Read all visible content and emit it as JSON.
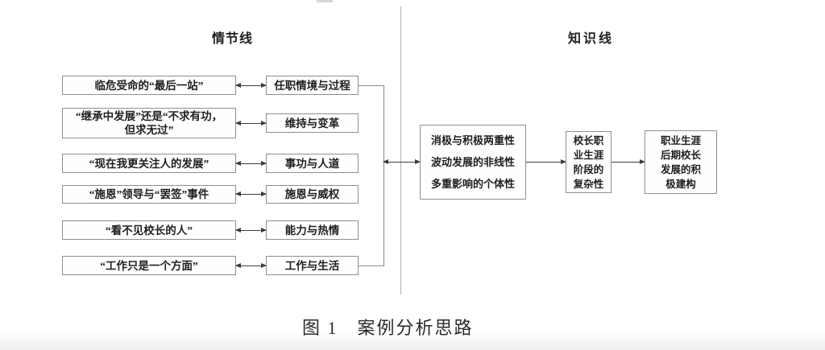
{
  "colors": {
    "box_border": "#8f8f8f",
    "arrow_line": "#3d3d3d",
    "text": "#1f1f1f"
  },
  "headers": {
    "plot": "情节线",
    "knowledge": "知识线"
  },
  "plot_line": {
    "rows": [
      {
        "event": "临危受命的“最后一站”",
        "theme": "任职情境与过程"
      },
      {
        "event": "“继承中发展”还是“不求有功，\n但求无过”",
        "theme": "维持与变革"
      },
      {
        "event": "“现在我更关注人的发展”",
        "theme": "事功与人道"
      },
      {
        "event": "“施恩”领导与“罢签”事件",
        "theme": "施恩与威权"
      },
      {
        "event": "“看不见校长的人”",
        "theme": "能力与热情"
      },
      {
        "event": "“工作只是一个方面”",
        "theme": "工作与生活"
      }
    ]
  },
  "knowledge_line": {
    "characteristics": [
      "消极与积极两重性",
      "波动发展的非线性",
      "多重影响的个体性"
    ],
    "stage_box": "校长职\n业生涯\n阶段的\n复杂性",
    "outcome_box": "职业生涯\n后期校长\n发展的积\n极建构"
  },
  "caption": "图 1　案例分析思路"
}
